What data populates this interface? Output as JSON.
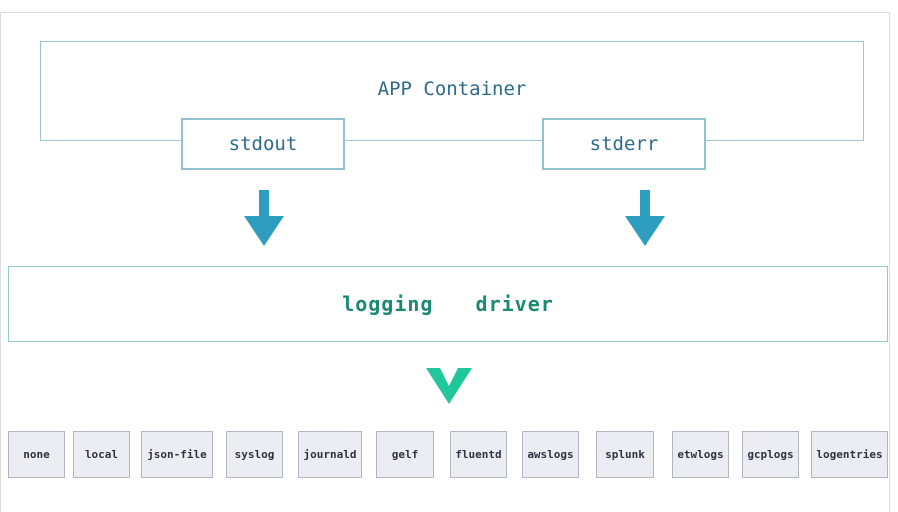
{
  "app_container": {
    "label": "APP Container"
  },
  "streams": {
    "stdout": "stdout",
    "stderr": "stderr"
  },
  "driver": {
    "label": "logging  driver"
  },
  "drivers": [
    "none",
    "local",
    "json-file",
    "syslog",
    "journald",
    "gelf",
    "fluentd",
    "awslogs",
    "splunk",
    "etwlogs",
    "gcplogs",
    "logentries"
  ],
  "colors": {
    "arrow": "#2e9ec0",
    "chevron": "#1fc79a",
    "driver_text": "#1b8a73",
    "app_text": "#2e6b8a"
  }
}
